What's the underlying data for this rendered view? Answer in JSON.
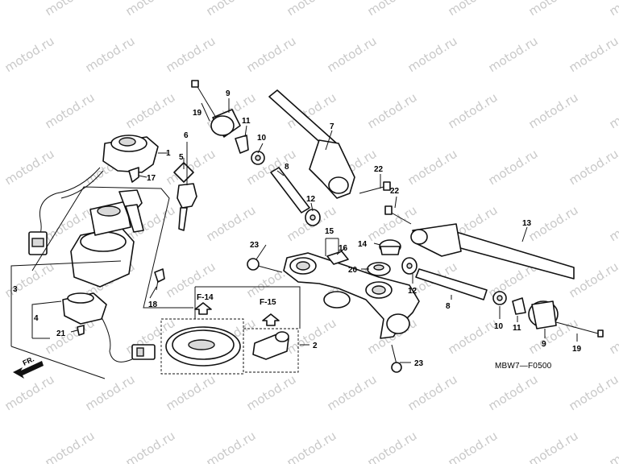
{
  "watermark_text": "motod.ru",
  "diagram_code": "MBW7—F0500",
  "direction_label": "FR.",
  "reference_labels": [
    "F-14",
    "F-15"
  ],
  "part_labels": {
    "p1": "1",
    "p2": "2",
    "p3": "3",
    "p4": "4",
    "p5": "5",
    "p6": "6",
    "p7": "7",
    "p8a": "8",
    "p8b": "8",
    "p9a": "9",
    "p9b": "9",
    "p10a": "10",
    "p10b": "10",
    "p11a": "11",
    "p11b": "11",
    "p12a": "12",
    "p12b": "12",
    "p13": "13",
    "p14": "14",
    "p15": "15",
    "p16": "16",
    "p17": "17",
    "p18": "18",
    "p19a": "19",
    "p19b": "19",
    "p20": "20",
    "p21": "21",
    "p22a": "22",
    "p22b": "22",
    "p23a": "23",
    "p23b": "23"
  }
}
